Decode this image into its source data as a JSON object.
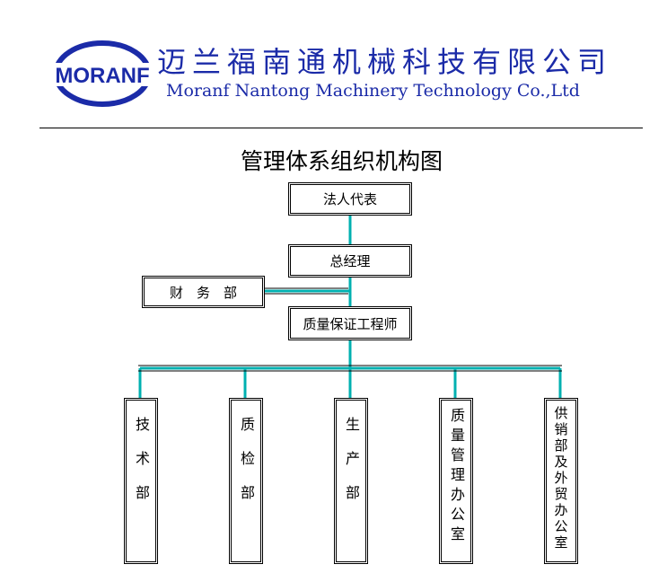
{
  "header": {
    "logo_text": "MORANF",
    "company_cn": "迈兰福南通机械科技有限公司",
    "company_en": "Moranf Nantong Machinery Technology Co.,Ltd"
  },
  "diagram": {
    "title": "管理体系组织机构图",
    "nodes": {
      "legal_rep": "法人代表",
      "general_manager": "总经理",
      "finance": "财　务　部",
      "quality_engineer": "质量保证工程师",
      "tech_dept": "技术部",
      "qc_dept": "质检部",
      "production_dept": "生产部",
      "quality_office": "质量管理办公室",
      "supply_office": "供销部及外贸办公室"
    },
    "colors": {
      "connector": "#00b0b0",
      "logo": "#1b2ba8",
      "text": "#000000"
    }
  }
}
